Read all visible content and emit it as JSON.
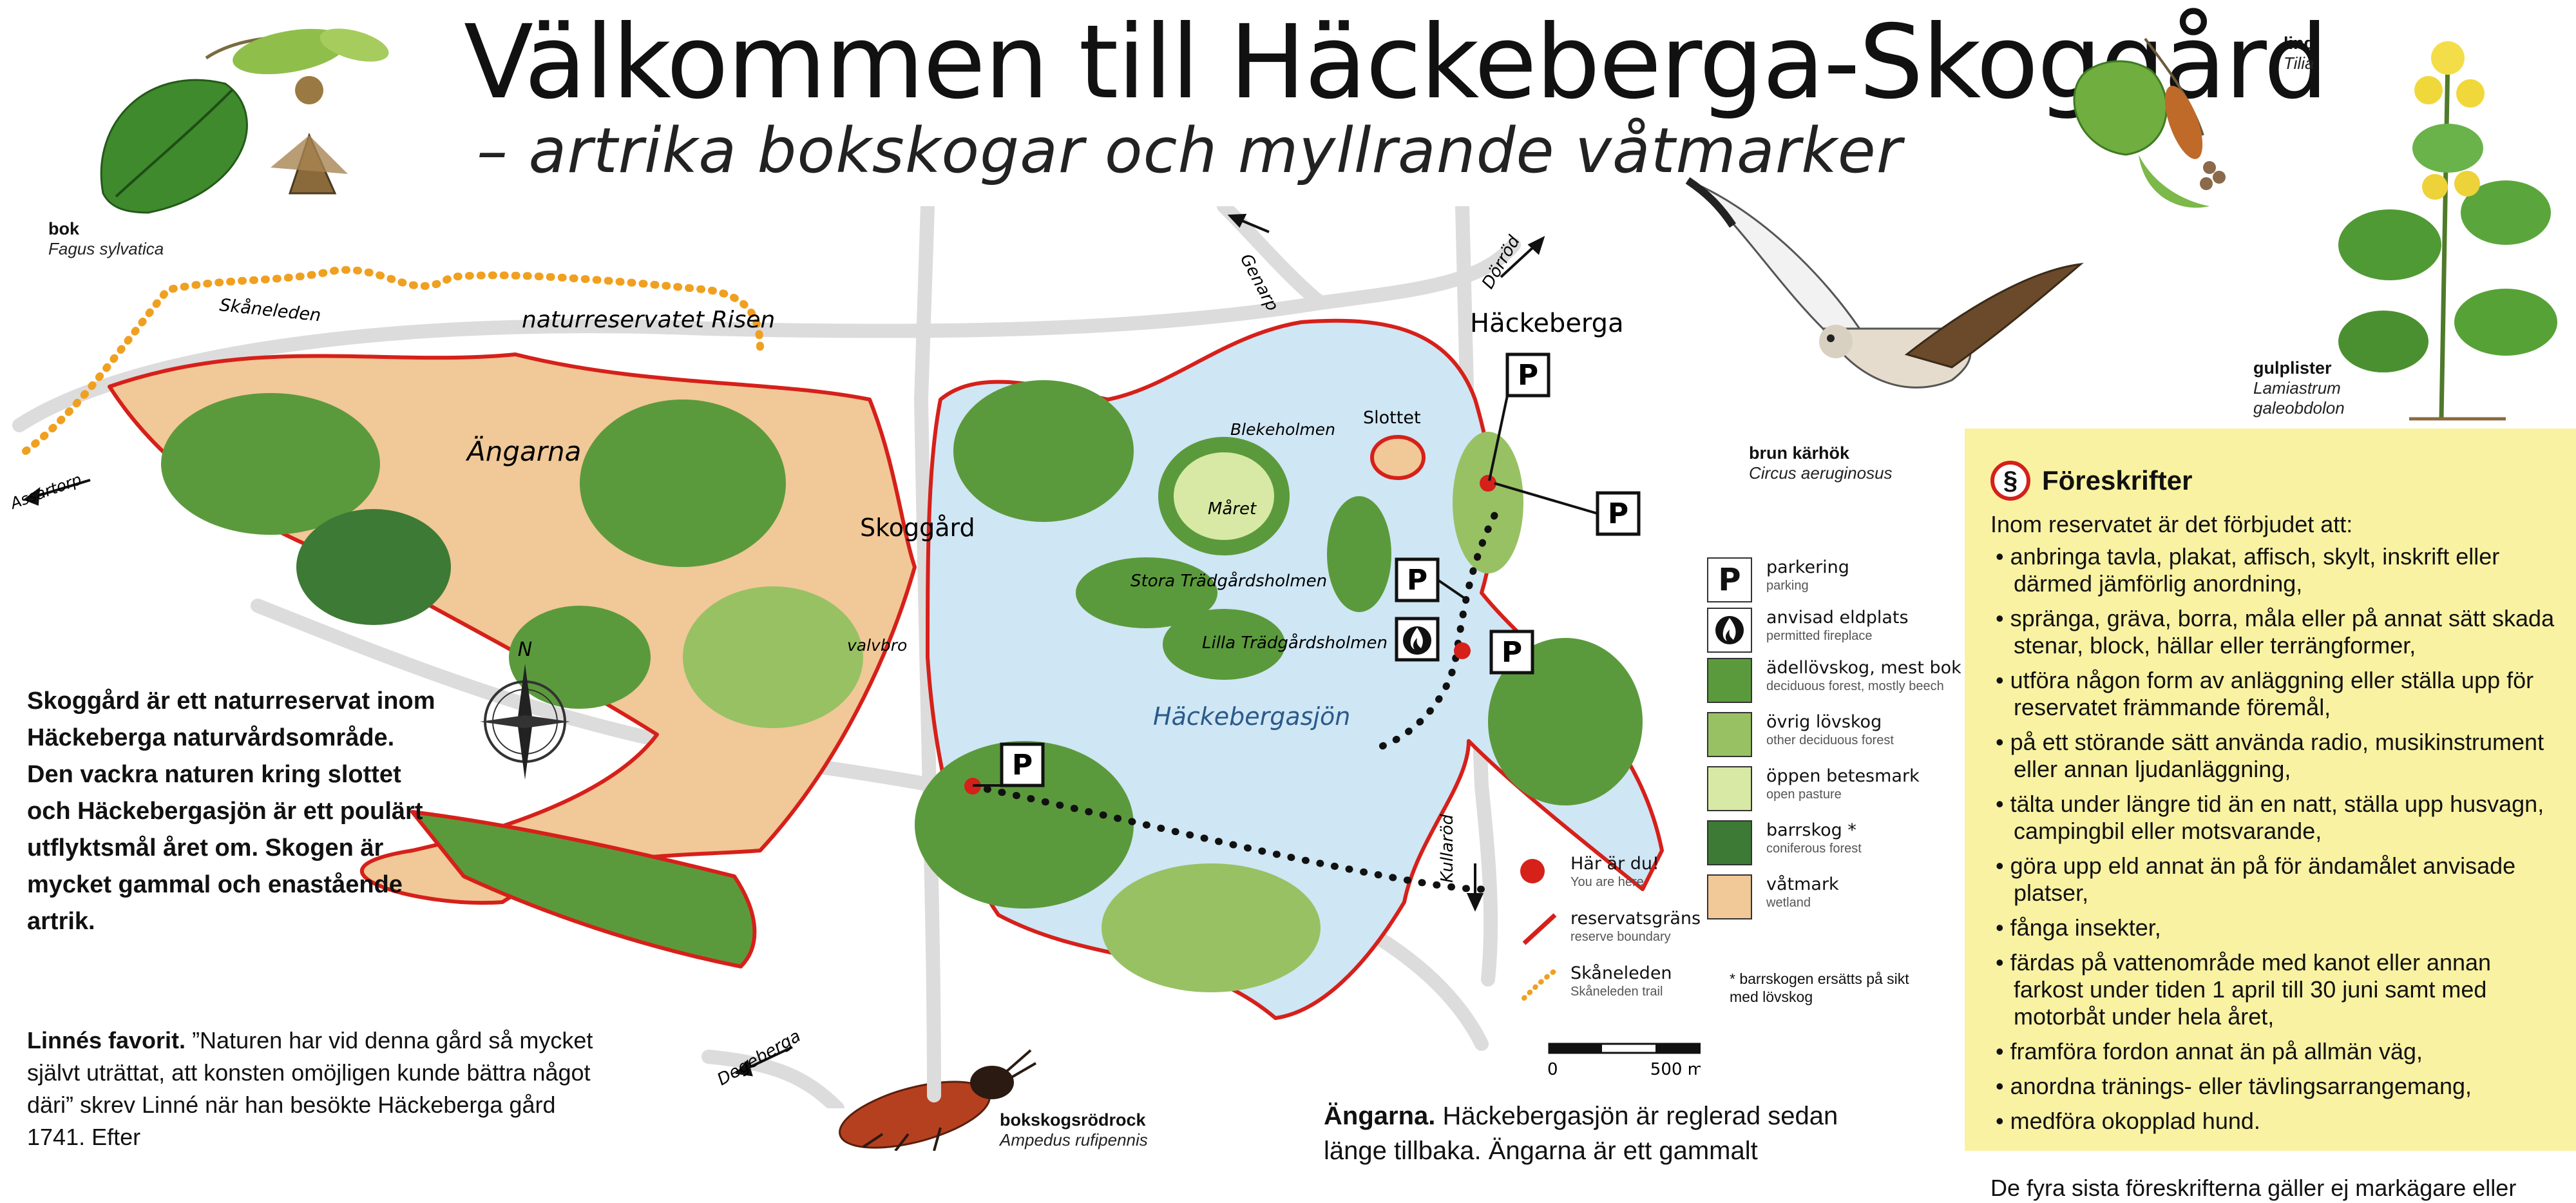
{
  "header": {
    "title": "Välkommen till Häckeberga-Skoggård",
    "subtitle": "– artrika bokskogar och myllrande våtmarker"
  },
  "species": {
    "bok": {
      "name": "bok",
      "latin": "Fagus sylvatica"
    },
    "lind": {
      "name": "lind",
      "latin": "Tilia"
    },
    "karhok": {
      "name": "brun kärhök",
      "latin": "Circus aeruginosus"
    },
    "gulplister": {
      "name": "gulplister",
      "latin": "Lamiastrum galeobdolon",
      "latin_line1": "Lamiastrum",
      "latin_line2": "galeobdolon"
    },
    "rodrock": {
      "name": "bokskogsrödrock",
      "latin": "Ampedus rufipennis"
    }
  },
  "map": {
    "labels": {
      "skaneleden": "Skåneleden",
      "risen": "naturreservatet Risen",
      "assartorp": "Assartorp",
      "angarna": "Ängarna",
      "skoggard": "Skoggård",
      "valvbro": "valvbro",
      "genarp": "Genarp",
      "dorrod": "Dörröd",
      "hackeberga": "Häckeberga",
      "blekeholmen": "Blekeholmen",
      "slottet": "Slottet",
      "maret": "Måret",
      "stora": "Stora Trädgårdsholmen",
      "lilla": "Lilla Trädgårdsholmen",
      "sjon": "Häckebergasjön",
      "kullarod": "Kullaröd",
      "degeberga": "Degeberga"
    },
    "parking_letter": "P",
    "compass_letter": "N",
    "scale": {
      "start": "0",
      "end": "500 m"
    }
  },
  "legend": {
    "items": [
      {
        "main": "parkering",
        "sub": "parking"
      },
      {
        "main": "anvisad eldplats",
        "sub": "permitted fireplace"
      },
      {
        "main": "ädellövskog, mest bok",
        "sub": "deciduous forest, mostly beech",
        "color": "#5b9a3c"
      },
      {
        "main": "övrig lövskog",
        "sub": "other deciduous forest",
        "color": "#98c164"
      },
      {
        "main": "öppen betesmark",
        "sub": "open pasture",
        "color": "#d7e9a4"
      },
      {
        "main": "barrskog *",
        "sub": "coniferous forest",
        "color": "#3d7a35"
      },
      {
        "main": "våtmark",
        "sub": "wetland",
        "color": "#f1c897"
      },
      {
        "main": "Här är du!",
        "sub": "You are here"
      },
      {
        "main": "reservatsgräns",
        "sub": "reserve boundary"
      },
      {
        "main": "Skåneleden",
        "sub": "Skåneleden trail"
      }
    ],
    "note_line1": "* barrskogen ersätts på sikt",
    "note_line2": "med lövskog"
  },
  "intro": {
    "text": "Skoggård är ett naturreservat inom Häckeberga naturvårdsområde. Den vackra naturen kring slottet och Häckebergasjön är ett poulärt utflyktsmål året om. Skogen är mycket gammal och enastående artrik."
  },
  "linne": {
    "heading": "Linnés favorit.",
    "text": "”Naturen har vid denna gård så mycket självt uträttat, att konsten omöjligen kunde bättra något däri” skrev Linné när han besökte Häckeberga gård 1741. Efter"
  },
  "angarna_text": {
    "heading": "Ängarna.",
    "text": "Häckebergasjön är reglerad sedan länge tillbaka. Ängarna är ett gammalt"
  },
  "rules": {
    "icon": "§",
    "title": "Föreskrifter",
    "intro": "Inom reservatet är det förbjudet att:",
    "items": [
      "anbringa tavla, plakat, affisch, skylt, inskrift eller därmed jämförlig anordning,",
      "spränga, gräva, borra, måla eller på annat sätt skada stenar, block, hällar eller terrängformer,",
      "utföra någon form av anläggning eller ställa upp för reservatet främmande föremål,",
      "på ett störande sätt använda radio, musikinstrument eller annan ljudanläggning,",
      "tälta under längre tid än en natt, ställa upp husvagn, campingbil eller motsvarande,",
      "göra upp eld annat än på för ändamålet anvisade platser,",
      "fånga insekter,",
      "färdas på vattenområde med kanot eller annan farkost under tiden 1 april till 30 juni samt med motorbåt under hela året,",
      "framföra fordon annat än på allmän väg,",
      "anordna tränings- eller tävlingsarrangemang,",
      "medföra okopplad hund."
    ],
    "note": "De fyra sista föreskrifterna gäller ej markägare eller"
  },
  "colors": {
    "beech": "#5b9a3c",
    "deciduous": "#98c164",
    "pasture": "#d7e9a4",
    "conifer": "#3d7a35",
    "wetland": "#f1c897",
    "water": "#cfe6f4",
    "boundary": "#d6201a",
    "trail": "#f0a020",
    "panel": "#f9f2a2"
  }
}
